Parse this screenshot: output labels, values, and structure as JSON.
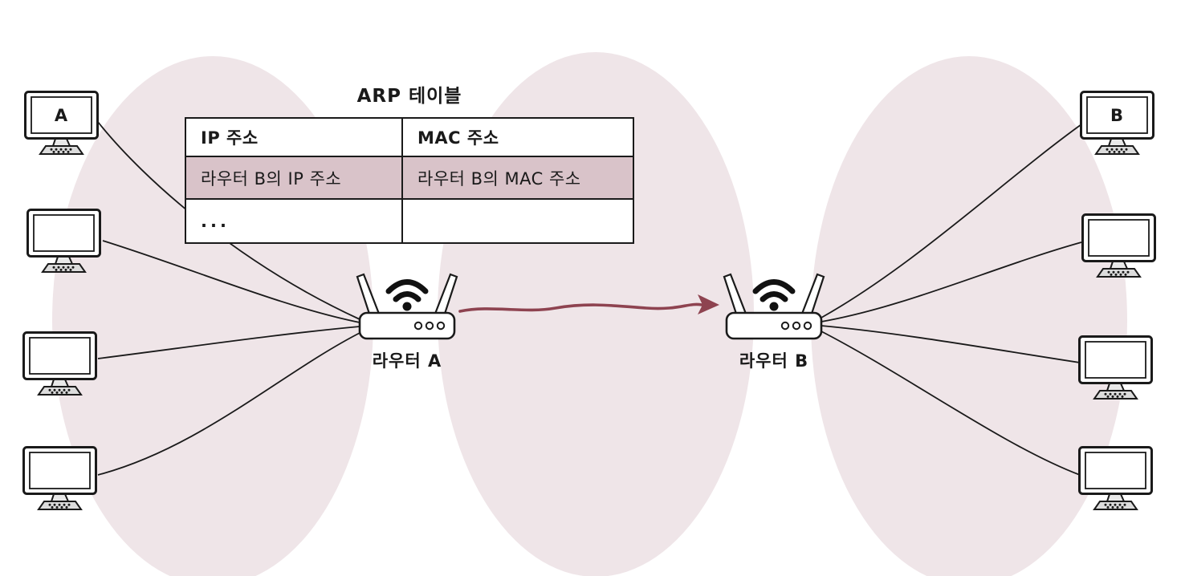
{
  "arp_table": {
    "title": "ARP 테이블",
    "columns": [
      "IP 주소",
      "MAC 주소"
    ],
    "rows": [
      {
        "ip": "라우터 B의 IP 주소",
        "mac": "라우터 B의 MAC 주소",
        "highlighted": true
      },
      {
        "ip": "...",
        "mac": "",
        "highlighted": false
      }
    ],
    "highlight_color": "#d9c3c9"
  },
  "router_a": {
    "label": "라우터 A"
  },
  "router_b": {
    "label": "라우터 B"
  },
  "computer_a": {
    "label": "A"
  },
  "computer_b": {
    "label": "B"
  },
  "arrow": {
    "color": "#8e4350",
    "direction": "router A to router B"
  },
  "clouds": {
    "fill": "#efe5e8"
  },
  "icons": {
    "router": "wifi-router-icon",
    "computer": "desktop-computer-icon",
    "wifi": "wifi-signal-icon"
  },
  "ink_color": "#1a1a1a"
}
